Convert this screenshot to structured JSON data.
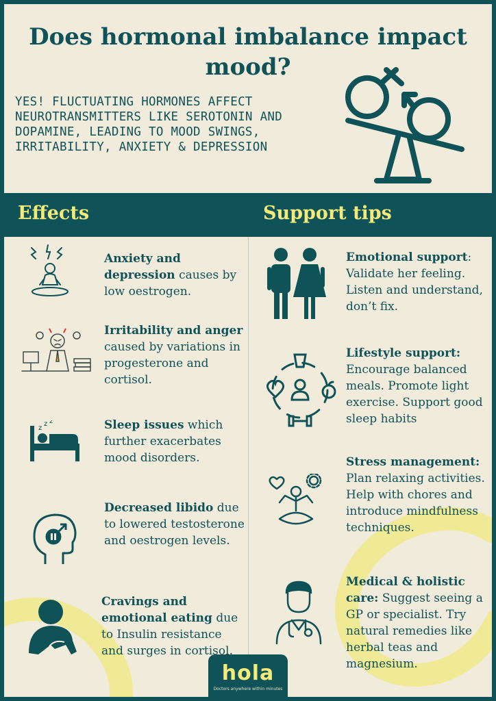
{
  "header": {
    "title": "Does hormonal imbalance impact mood?",
    "subtitle": "YES! FLUCTUATING HORMONES AFFECT NEUROTRANSMITTERS LIKE SEROTONIN AND DOPAMINE, LEADING TO MOOD SWINGS, IRRITABILITY, ANXIETY & DEPRESSION",
    "icon": "gender-balance-scale-icon"
  },
  "sections": {
    "effects_title": "Effects",
    "support_title": "Support tips"
  },
  "effects": [
    {
      "bold": "Anxiety and depression",
      "rest": " causes by low oestrogen.",
      "icon": "anxiety-person-icon"
    },
    {
      "bold": "Irritability and anger",
      "rest": " caused by variations in progesterone and cortisol.",
      "icon": "angry-worker-icon"
    },
    {
      "bold": "Sleep issues",
      "rest": " which further exacerbates mood disorders.",
      "icon": "sleeping-bed-icon"
    },
    {
      "bold": "Decreased libido",
      "rest": " due to lowered testosterone and oestrogen levels.",
      "icon": "head-male-symbol-icon"
    },
    {
      "bold": "Cravings and emotional eating",
      "rest": " due to Insulin resistance and surges in cortisol.",
      "icon": "eating-person-icon"
    }
  ],
  "support": [
    {
      "bold": "Emotional support",
      "rest": ": Validate her feeling. Listen and understand, don’t fix.",
      "icon": "couple-icon"
    },
    {
      "bold": "Lifestyle support:",
      "rest": " Encourage balanced meals. Promote light exercise. Support good sleep habits",
      "icon": "lifestyle-cycle-icon"
    },
    {
      "bold": "Stress management:",
      "rest": " Plan relaxing activities. Help with chores and introduce mindfulness techniques.",
      "icon": "meditation-icon"
    },
    {
      "bold": "Medical & holistic care:",
      "rest": " Suggest seeing a GP or specialist. Try natural remedies like herbal teas and magnesium.",
      "icon": "doctor-icon"
    }
  ],
  "logo": {
    "word": "hola",
    "tagline": "Doctors anywhere within minutes"
  },
  "colors": {
    "teal": "#0f5257",
    "cream": "#f1ebdc",
    "yellow": "#f3ea7a"
  }
}
